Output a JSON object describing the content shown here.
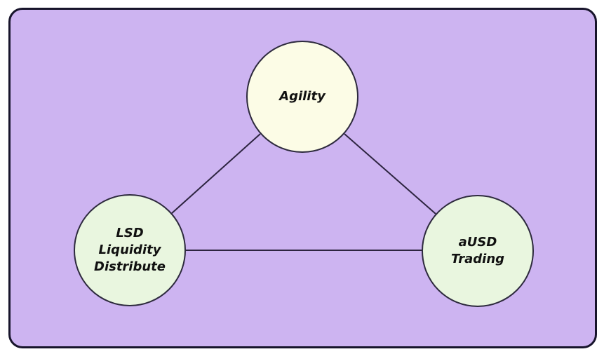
{
  "diagram": {
    "type": "mindmap-triangle",
    "nodes": [
      {
        "id": "agility",
        "label": "Agility",
        "fill": "#FCFCE6",
        "shape": "circle"
      },
      {
        "id": "lsd-liquidity-distribute",
        "label": "LSD Liquidity Distribute",
        "fill": "#E9F6DF",
        "shape": "circle"
      },
      {
        "id": "ausd-trading",
        "label": "aUSD Trading",
        "fill": "#E9F6DF",
        "shape": "circle"
      }
    ],
    "edges": [
      {
        "from": "agility",
        "to": "lsd-liquidity-distribute"
      },
      {
        "from": "agility",
        "to": "ausd-trading"
      },
      {
        "from": "lsd-liquidity-distribute",
        "to": "ausd-trading"
      }
    ],
    "colors": {
      "canvas_background": "#CDB4F1",
      "frame_border": "#17142b",
      "node_border": "#2d2a3d",
      "edge_line": "#2d2440",
      "node_fill_top": "#FCFCE6",
      "node_fill_bottom": "#E9F6DF",
      "text": "#111111",
      "page_background": "#ffffff"
    }
  }
}
